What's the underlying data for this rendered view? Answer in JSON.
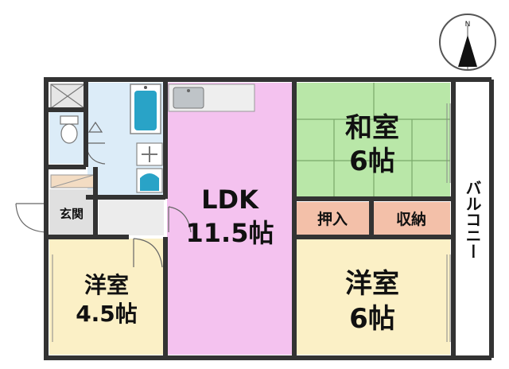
{
  "colors": {
    "ldk": "#f4c2ef",
    "washitsu": "#b9e7a8",
    "yoshitsu": "#fbf0c6",
    "closet": "#f3c0a9",
    "wet_area": "#dcecf8",
    "entrance": "#e0e0e0",
    "wall": "#333333",
    "tatami_line": "#7aa86a"
  },
  "compass": {
    "north_label": "N"
  },
  "rooms": {
    "washitsu": {
      "name": "和室",
      "size": "6帖"
    },
    "ldk": {
      "name": "LDK",
      "size": "11.5帖"
    },
    "yoshitsu_large": {
      "name": "洋室",
      "size": "6帖"
    },
    "yoshitsu_small": {
      "name": "洋室",
      "size": "4.5帖"
    },
    "oshiire": {
      "name": "押入"
    },
    "shuno": {
      "name": "収納"
    },
    "genkan": {
      "name": "玄関"
    },
    "balcony": {
      "name": "バルコニー"
    }
  },
  "icons": [
    "compass-icon",
    "kitchen-sink-icon",
    "bathtub-icon",
    "toilet-icon",
    "washbasin-icon",
    "washing-machine-icon",
    "door-swing-icon",
    "storage-x-icon"
  ]
}
